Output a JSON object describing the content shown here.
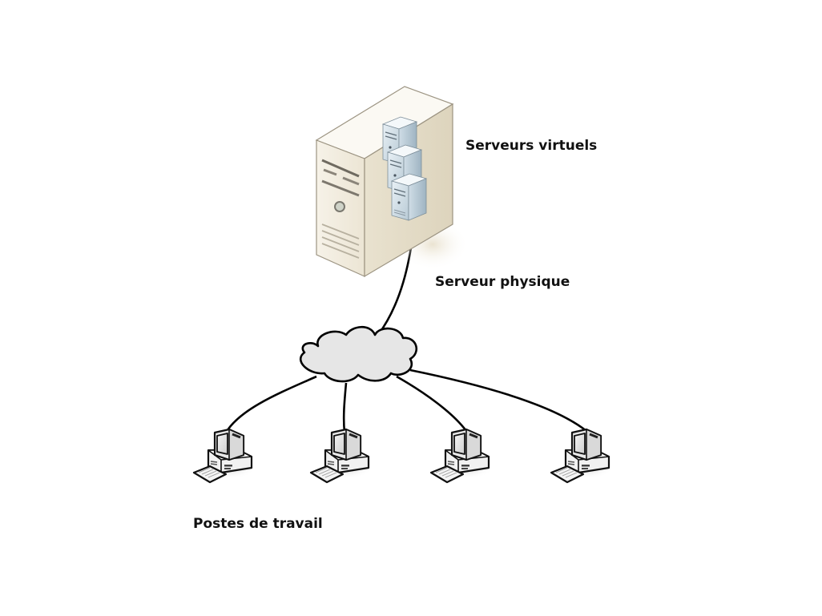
{
  "diagram": {
    "labels": {
      "virtual_servers": "Serveurs virtuels",
      "physical_server": "Serveur physique",
      "workstations": "Postes de travail"
    },
    "nodes": {
      "physical_server": {
        "type": "server-tower",
        "contains": [
          "virtual-server-1",
          "virtual-server-2",
          "virtual-server-3"
        ]
      },
      "network": {
        "type": "cloud"
      },
      "workstations": [
        {
          "id": "workstation-1",
          "type": "desktop-computer"
        },
        {
          "id": "workstation-2",
          "type": "desktop-computer"
        },
        {
          "id": "workstation-3",
          "type": "desktop-computer"
        },
        {
          "id": "workstation-4",
          "type": "desktop-computer"
        }
      ]
    },
    "edges": [
      {
        "from": "virtual-server-3",
        "to": "network"
      },
      {
        "from": "network",
        "to": "workstation-1"
      },
      {
        "from": "network",
        "to": "workstation-2"
      },
      {
        "from": "network",
        "to": "workstation-3"
      },
      {
        "from": "network",
        "to": "workstation-4"
      }
    ],
    "colors": {
      "server_body": "#f3eee2",
      "virtual_server": "#cfdde6",
      "cloud_fill": "#e6e6e6",
      "line": "#000000"
    }
  }
}
